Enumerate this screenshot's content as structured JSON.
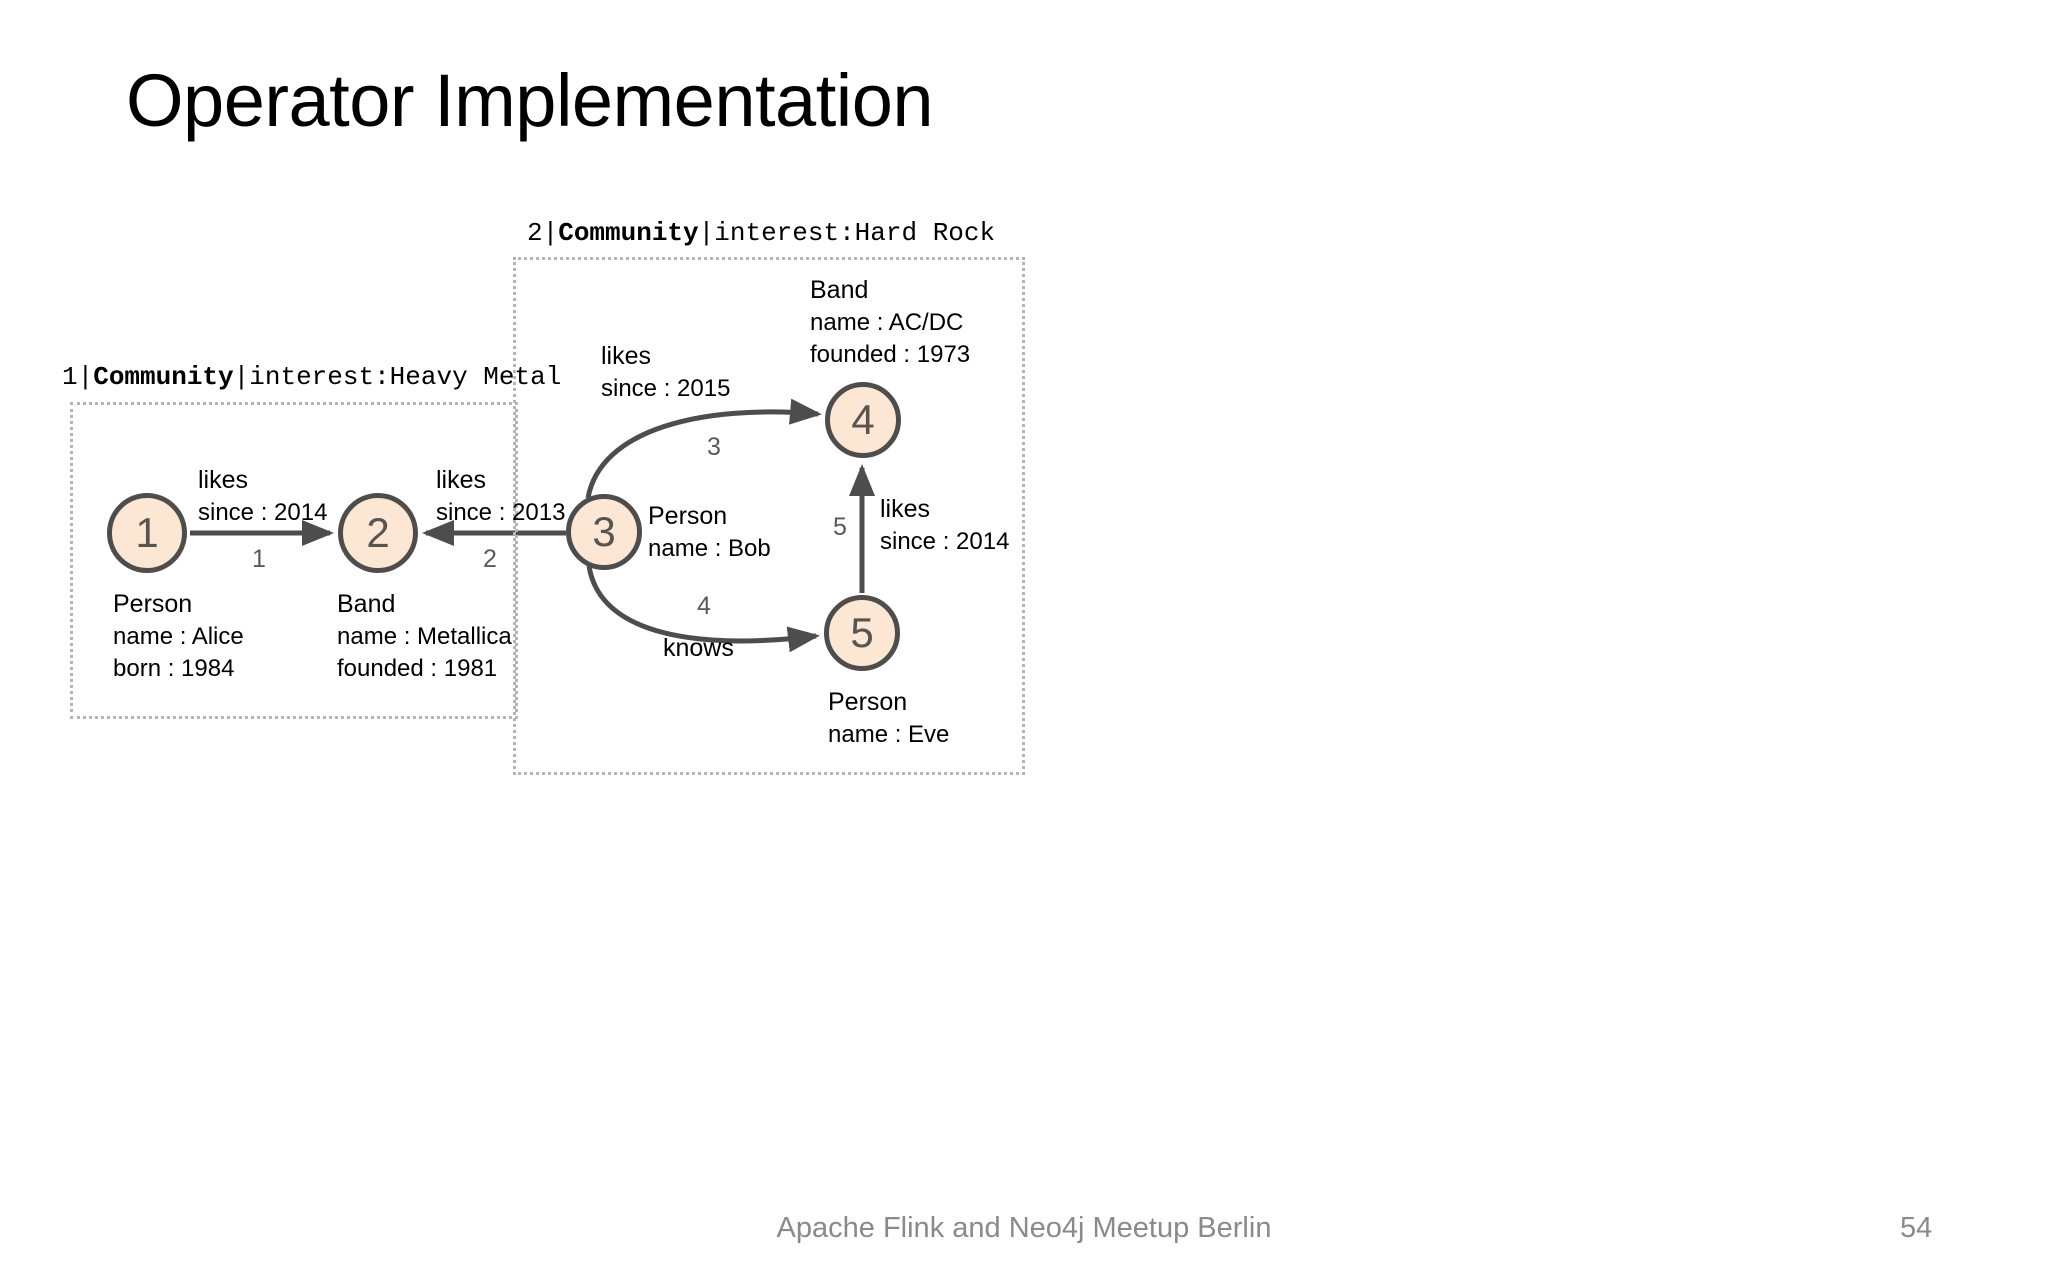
{
  "slide": {
    "title": "Operator Implementation",
    "footer_title": "Apache Flink and Neo4j Meetup Berlin",
    "page_number": "54"
  },
  "colors": {
    "node_fill": "#fbe7d3",
    "node_stroke": "#4f4d4b",
    "node_text": "#585551",
    "box_border": "#b5b5b5",
    "edge_stroke": "#4f4d4b",
    "footer_text": "#8a8a8a",
    "title_text": "#000000"
  },
  "communities": [
    {
      "id": "1",
      "entity": "Community",
      "property": "interest:Heavy Metal",
      "label_prefix": "1|",
      "label_entity": "Community",
      "label_suffix": "|interest:Heavy Metal"
    },
    {
      "id": "2",
      "entity": "Community",
      "property": "interest:Hard Rock",
      "label_prefix": "2|",
      "label_entity": "Community",
      "label_suffix": "|interest:Hard Rock"
    }
  ],
  "nodes": [
    {
      "id": "1",
      "label": "Person",
      "properties": [
        "name : Alice",
        "born : 1984"
      ],
      "community": "1"
    },
    {
      "id": "2",
      "label": "Band",
      "properties": [
        "name : Metallica",
        "founded : 1981"
      ],
      "community": "1"
    },
    {
      "id": "3",
      "label": "Person",
      "properties": [
        "name : Bob"
      ],
      "community": "2"
    },
    {
      "id": "4",
      "label": "Band",
      "properties": [
        "name : AC/DC",
        "founded : 1973"
      ],
      "community": "2"
    },
    {
      "id": "5",
      "label": "Person",
      "properties": [
        "name : Eve"
      ],
      "community": "2"
    }
  ],
  "edges": [
    {
      "id": "1",
      "source": "1",
      "target": "2",
      "type": "likes",
      "property": "since : 2014"
    },
    {
      "id": "2",
      "source": "3",
      "target": "2",
      "type": "likes",
      "property": "since : 2013"
    },
    {
      "id": "3",
      "source": "3",
      "target": "4",
      "type": "likes",
      "property": "since : 2015"
    },
    {
      "id": "4",
      "source": "3",
      "target": "5",
      "type": "knows",
      "property": ""
    },
    {
      "id": "5",
      "source": "5",
      "target": "4",
      "type": "likes",
      "property": "since : 2014"
    }
  ]
}
